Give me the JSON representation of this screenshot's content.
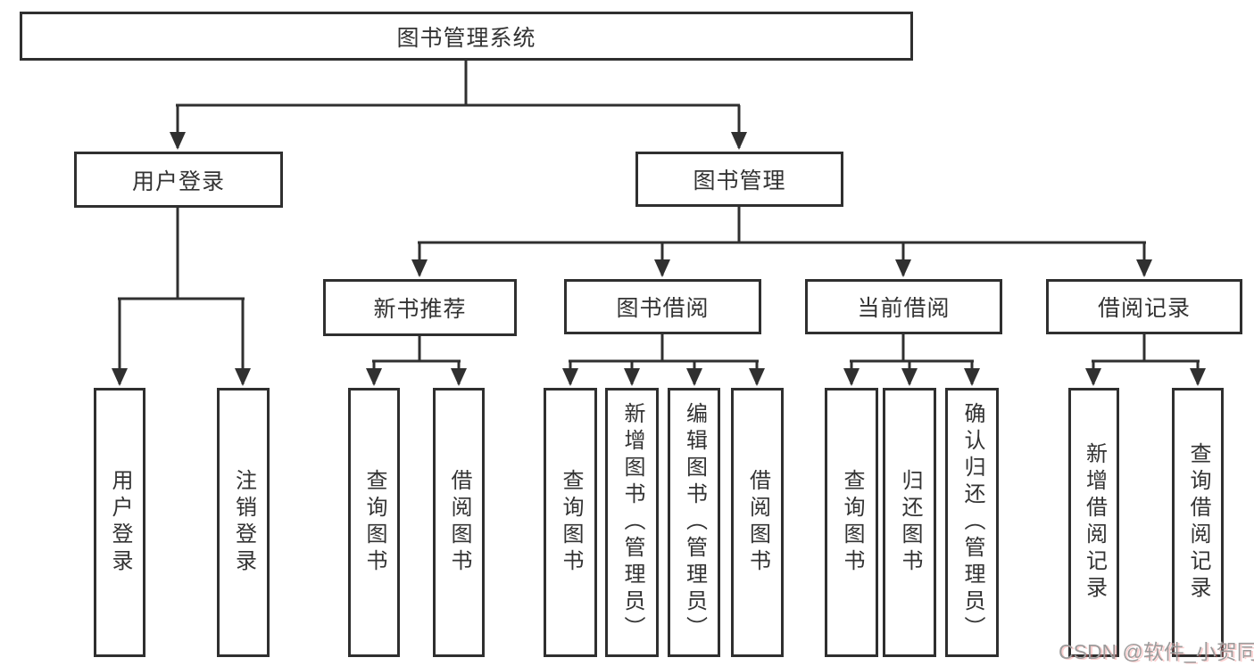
{
  "title_box": {
    "label": "图书管理系统"
  },
  "branches": {
    "user_login": {
      "label": "用户登录",
      "children": [
        {
          "label": "用户登录"
        },
        {
          "label": "注销登录"
        }
      ]
    },
    "book_management": {
      "label": "图书管理",
      "sections": [
        {
          "label": "新书推荐",
          "children": [
            {
              "label": "查询图书"
            },
            {
              "label": "借阅图书"
            }
          ]
        },
        {
          "label": "图书借阅",
          "children": [
            {
              "label": "查询图书"
            },
            {
              "label": "新增图书（管理员）"
            },
            {
              "label": "编辑图书（管理员）"
            },
            {
              "label": "借阅图书"
            }
          ]
        },
        {
          "label": "当前借阅",
          "children": [
            {
              "label": "查询图书"
            },
            {
              "label": "归还图书"
            },
            {
              "label": "确认归还（管理员）"
            }
          ]
        },
        {
          "label": "借阅记录",
          "children": [
            {
              "label": "新增借阅记录"
            },
            {
              "label": "查询借阅记录"
            }
          ]
        }
      ]
    }
  },
  "watermark": {
    "text": "CSDN @软件_小贺同学"
  },
  "colors": {
    "line": "#303030",
    "text": "#333333",
    "watermark_gray": "#9c9c9c",
    "background": "#ffffff"
  }
}
